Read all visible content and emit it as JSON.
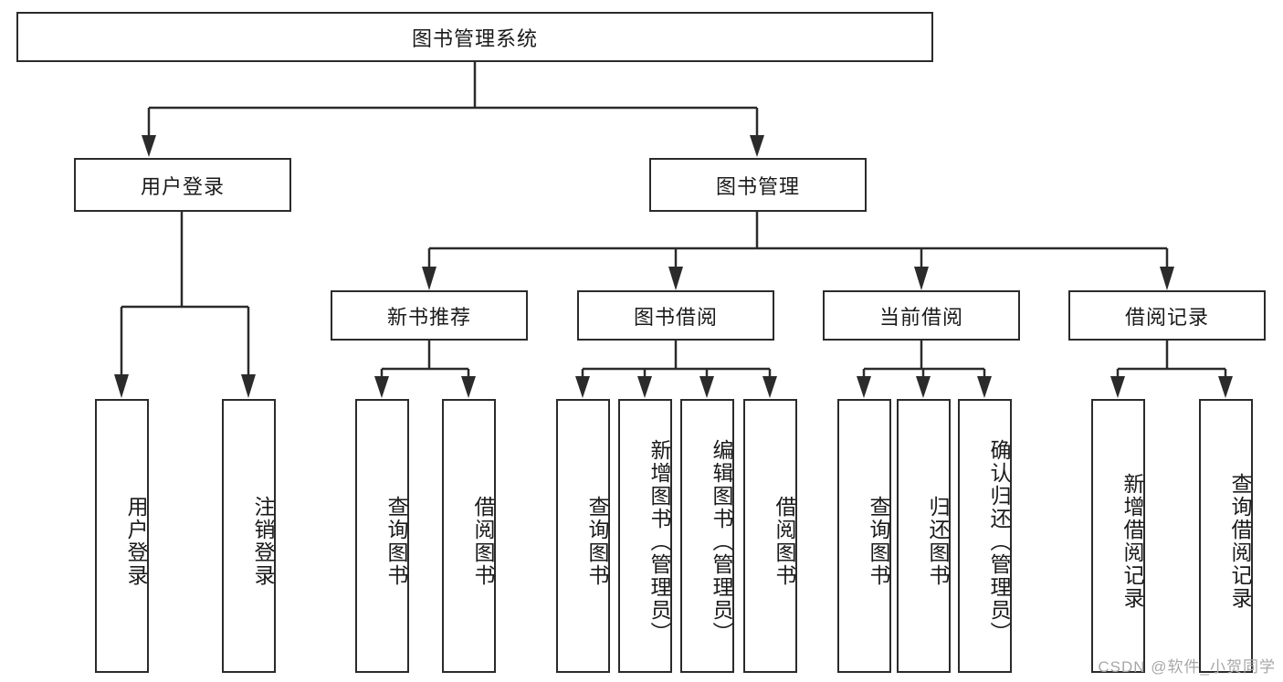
{
  "diagram": {
    "type": "tree-hierarchy",
    "title": "图书管理系统",
    "root": {
      "label": "图书管理系统"
    },
    "level2": [
      {
        "label": "用户登录"
      },
      {
        "label": "图书管理"
      }
    ],
    "level3": [
      {
        "label": "新书推荐",
        "parent": "图书管理"
      },
      {
        "label": "图书借阅",
        "parent": "图书管理"
      },
      {
        "label": "当前借阅",
        "parent": "图书管理"
      },
      {
        "label": "借阅记录",
        "parent": "图书管理"
      }
    ],
    "leaves": {
      "user_login": [
        {
          "label": "用户登录"
        },
        {
          "label": "注销登录"
        }
      ],
      "new_book_recommend": [
        {
          "label": "查询图书"
        },
        {
          "label": "借阅图书"
        }
      ],
      "book_borrow": [
        {
          "label": "查询图书"
        },
        {
          "label": "新增图书（管理员）"
        },
        {
          "label": "编辑图书（管理员）"
        },
        {
          "label": "借阅图书"
        }
      ],
      "current_borrow": [
        {
          "label": "查询图书"
        },
        {
          "label": "归还图书"
        },
        {
          "label": "确认归还（管理员）"
        }
      ],
      "borrow_record": [
        {
          "label": "新增借阅记录"
        },
        {
          "label": "查询借阅记录"
        }
      ]
    }
  },
  "watermark": {
    "text": "CSDN @软件_小贺同学"
  },
  "colors": {
    "stroke": "#2b2b2b",
    "background": "#ffffff",
    "text": "#1a1a1a",
    "watermark": "#a8a8a8"
  }
}
